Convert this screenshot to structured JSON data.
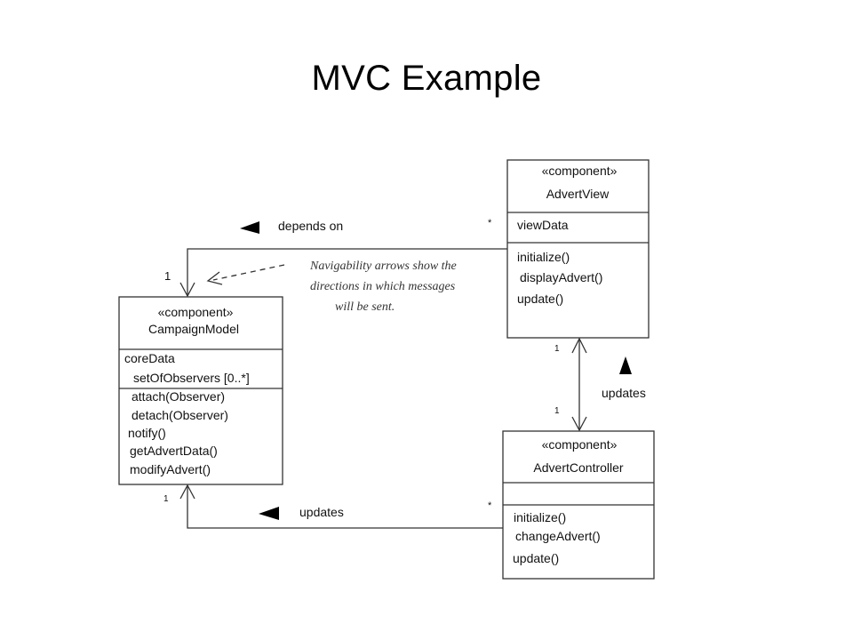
{
  "title": "MVC Example",
  "stereotype": "«component»",
  "classes": {
    "campaign_model": {
      "name": "CampaignModel",
      "attributes": [
        "coreData",
        "setOfObservers [0..*]"
      ],
      "operations": [
        "attach(Observer)",
        "detach(Observer)",
        "notify()",
        "getAdvertData()",
        "modifyAdvert()"
      ]
    },
    "advert_view": {
      "name": "AdvertView",
      "attributes": [
        "viewData"
      ],
      "operations": [
        "initialize()",
        "displayAdvert()",
        "update()"
      ]
    },
    "advert_controller": {
      "name": "AdvertController",
      "attributes": [],
      "operations": [
        "initialize()",
        "changeAdvert()",
        "update()"
      ]
    }
  },
  "associations": {
    "view_to_model": {
      "label": "depends on",
      "source_multiplicity": "*",
      "target_multiplicity": "1"
    },
    "controller_to_model": {
      "label": "updates",
      "source_multiplicity": "*",
      "target_multiplicity": "1"
    },
    "view_controller": {
      "label": "updates",
      "view_multiplicity": "1",
      "controller_multiplicity": "1"
    }
  },
  "note": {
    "lines": [
      "Navigability arrows show the",
      "directions in which messages",
      "will be sent."
    ]
  }
}
